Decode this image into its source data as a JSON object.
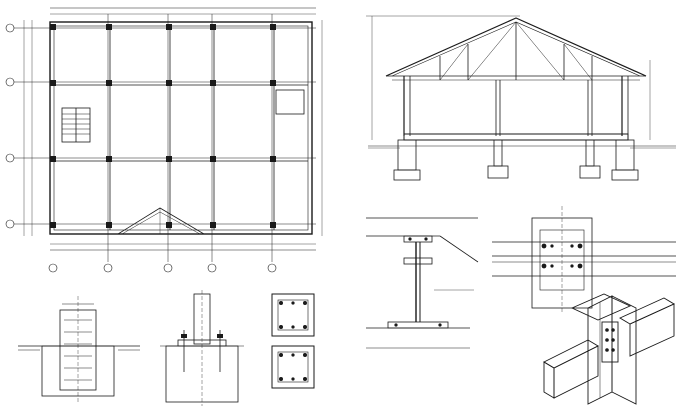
{
  "sheet": {
    "description_visible_text": "none",
    "line_color": "#1a1a1a",
    "background": "#ffffff"
  },
  "floor_plan": {
    "grid_bubbles_top": [],
    "column_count_x": 5,
    "row_count_y": 4,
    "has_stair": true,
    "has_entry_gable": true
  },
  "section_elevation": {
    "roof_type": "gable",
    "truss_verticals": 5,
    "footings": 4
  },
  "details": [
    {
      "id": "footing-section",
      "kind": "foundation-section"
    },
    {
      "id": "column-base",
      "kind": "anchor-bolt-base"
    },
    {
      "id": "column-section-a",
      "kind": "column-cross-section"
    },
    {
      "id": "column-section-b",
      "kind": "column-cross-section"
    },
    {
      "id": "beam-connection-section",
      "kind": "i-beam-section"
    },
    {
      "id": "beam-column-plan",
      "kind": "bolted-connection-plan"
    },
    {
      "id": "steel-joint-isometric",
      "kind": "isometric-steel-connection"
    }
  ]
}
